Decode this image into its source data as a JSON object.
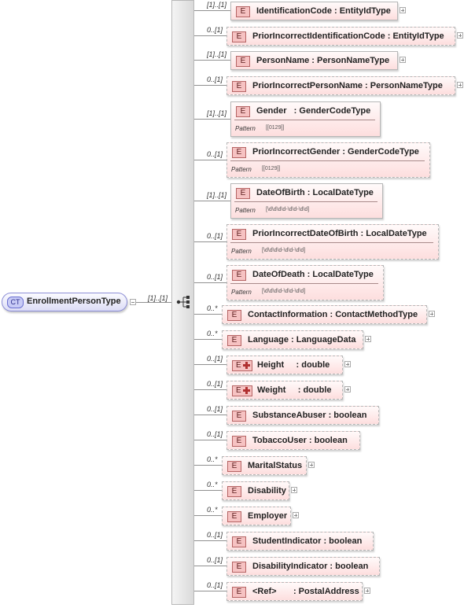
{
  "root": {
    "badge": "CT",
    "name": "EnrollmentPersonType"
  },
  "root_occurrence": "[1]..[1]",
  "pattern_label": "Pattern",
  "element_badge": "E",
  "elements": [
    {
      "name": "IdentificationCode",
      "type": "EntityIdType",
      "occurrence": "[1]..[1]",
      "optional": false
    },
    {
      "name": "PriorIncorrectIdentificationCode",
      "type": "EntityIdType",
      "occurrence": "0..[1]",
      "optional": true
    },
    {
      "name": "PersonName",
      "type": "PersonNameType",
      "occurrence": "[1]..[1]",
      "optional": false
    },
    {
      "name": "PriorIncorrectPersonName",
      "type": "PersonNameType",
      "occurrence": "0..[1]",
      "optional": true
    },
    {
      "name": "Gender",
      "type": "GenderCodeType",
      "occurrence": "[1]..[1]",
      "optional": false,
      "pattern": "[[0129]]"
    },
    {
      "name": "PriorIncorrectGender",
      "type": "GenderCodeType",
      "occurrence": "0..[1]",
      "optional": true,
      "pattern": "[[0129]]"
    },
    {
      "name": "DateOfBirth",
      "type": "LocalDateType",
      "occurrence": "[1]..[1]",
      "optional": false,
      "pattern": "[\\d\\d\\d\\d-\\d\\d-\\d\\d]"
    },
    {
      "name": "PriorIncorrectDateOfBirth",
      "type": "LocalDateType",
      "occurrence": "0..[1]",
      "optional": true,
      "pattern": "[\\d\\d\\d\\d-\\d\\d-\\d\\d]"
    },
    {
      "name": "DateOfDeath",
      "type": "LocalDateType",
      "occurrence": "0..[1]",
      "optional": true,
      "pattern": "[\\d\\d\\d\\d-\\d\\d-\\d\\d]"
    },
    {
      "name": "ContactInformation",
      "type": "ContactMethodType",
      "occurrence": "0..*",
      "optional": true
    },
    {
      "name": "Language",
      "type": "LanguageData",
      "occurrence": "0..*",
      "optional": true
    },
    {
      "name": "Height",
      "type": "double",
      "occurrence": "0..[1]",
      "optional": true,
      "badge_plus": true
    },
    {
      "name": "Weight",
      "type": "double",
      "occurrence": "0..[1]",
      "optional": true,
      "badge_plus": true
    },
    {
      "name": "SubstanceAbuser",
      "type": "boolean",
      "occurrence": "0..[1]",
      "optional": true
    },
    {
      "name": "TobaccoUser",
      "type": "boolean",
      "occurrence": "0..[1]",
      "optional": true
    },
    {
      "name": "MaritalStatus",
      "type": "",
      "occurrence": "0..*",
      "optional": true
    },
    {
      "name": "Disability",
      "type": "",
      "occurrence": "0..*",
      "optional": true
    },
    {
      "name": "Employer",
      "type": "",
      "occurrence": "0..*",
      "optional": true
    },
    {
      "name": "StudentIndicator",
      "type": "boolean",
      "occurrence": "0..[1]",
      "optional": true
    },
    {
      "name": "DisabilityIndicator",
      "type": "boolean",
      "occurrence": "0..[1]",
      "optional": true
    },
    {
      "name": "<Ref>",
      "type": "PostalAddress",
      "occurrence": "0..[1]",
      "optional": true
    }
  ]
}
